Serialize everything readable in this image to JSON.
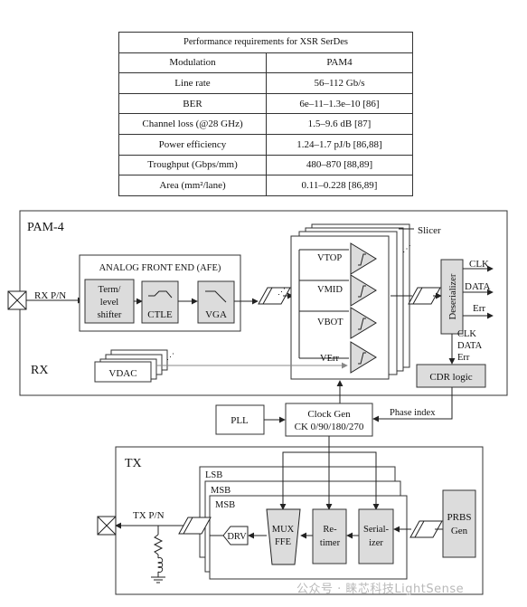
{
  "table": {
    "title": "Performance requirements for XSR SerDes",
    "rows": [
      [
        "Modulation",
        "PAM4"
      ],
      [
        "Line rate",
        "56–112 Gb/s"
      ],
      [
        "BER",
        "6e–11–1.3e–10 [86]"
      ],
      [
        "Channel loss (@28 GHz)",
        "1.5–9.6 dB [87]"
      ],
      [
        "Power efficiency",
        "1.24–1.7 pJ/b [86,88]"
      ],
      [
        "Troughput (Gbps/mm)",
        "480–870 [88,89]"
      ],
      [
        "Area (mm²/lane)",
        "0.11–0.228 [86,89]"
      ]
    ]
  },
  "rx": {
    "title": "PAM-4",
    "label": "RX",
    "input": "RX  P/N",
    "afe_title": "ANALOG FRONT END (AFE)",
    "afe": {
      "term": [
        "Term/",
        "level",
        "shifter"
      ],
      "ctle": "CTLE",
      "vga": "VGA"
    },
    "slicer_title": "Slicer",
    "slicers": [
      "VTOP",
      "VMID",
      "VBOT",
      "VErr"
    ],
    "deserializer": "Deserializer",
    "outputs": [
      "CLK",
      "DATA",
      "Err"
    ],
    "cdr_labels": [
      "CLK",
      "DATA",
      "Err"
    ],
    "vdac": "VDAC",
    "cdr": "CDR logic"
  },
  "clock": {
    "pll": "PLL",
    "clock_gen": [
      "Clock Gen",
      "CK 0/90/180/270"
    ],
    "phase_index": "Phase index"
  },
  "tx": {
    "label": "TX",
    "output": "TX P/N",
    "lsb": "LSB",
    "msb1": "MSB",
    "msb2": "MSB",
    "drv": "DRV",
    "mux": [
      "MUX",
      "FFE"
    ],
    "retimer": [
      "Re-",
      "timer"
    ],
    "serializer": [
      "Serial-",
      "izer"
    ],
    "prbs": [
      "PRBS",
      "Gen"
    ]
  },
  "watermark": "公众号 · 睐芯科技LightSense"
}
